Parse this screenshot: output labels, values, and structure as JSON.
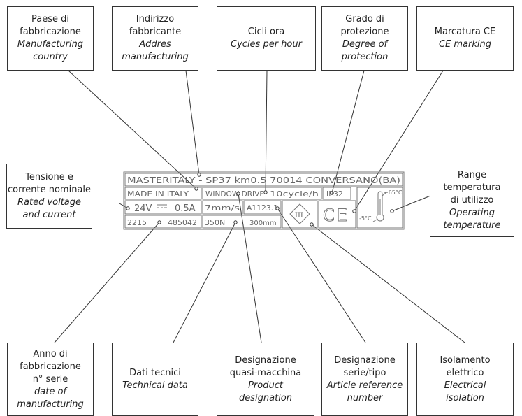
{
  "top_boxes": [
    {
      "it_label": "Paese di fabbricazione",
      "en_label": "Manufacturing country",
      "it_lines": [
        "Paese di",
        "fabbricazione"
      ],
      "en_lines": [
        "Manufacturing",
        "country"
      ]
    },
    {
      "it_label": "Indirizzo fabbricante",
      "en_label": "Addres manufacturing",
      "it_lines": [
        "Indirizzo",
        "fabbricante"
      ],
      "en_lines": [
        "Addres",
        "manufacturing"
      ]
    },
    {
      "it_label": "Cicli ora",
      "en_label": "Cycles per hour",
      "it_lines": [
        "Cicli ora"
      ],
      "en_lines": [
        "Cycles per hour"
      ]
    },
    {
      "it_label": "Grado di protezione",
      "en_label": "Degree of protection",
      "it_lines": [
        "Grado di",
        "protezione"
      ],
      "en_lines": [
        "Degree of",
        "protection"
      ]
    },
    {
      "it_label": "Marcatura CE",
      "en_label": "CE marking",
      "it_lines": [
        "Marcatura CE"
      ],
      "en_lines": [
        "CE marking"
      ]
    }
  ],
  "left_box": {
    "it_lines": [
      "Tensione e",
      "corrente nominale"
    ],
    "en_lines": [
      "Rated voltage",
      "and current"
    ]
  },
  "right_box": {
    "it_lines": [
      "Range",
      "temperatura",
      "di utilizzo"
    ],
    "en_lines": [
      "Operating",
      "temperature"
    ]
  },
  "bottom_boxes": [
    {
      "it_lines": [
        "Anno di",
        "fabbricazione",
        "n° serie"
      ],
      "en_lines": [
        "date of",
        "manufacturing"
      ]
    },
    {
      "it_lines": [
        "Dati tecnici"
      ],
      "en_lines": [
        "Technical data"
      ]
    },
    {
      "it_lines": [
        "Designazione",
        "quasi-macchina"
      ],
      "en_lines": [
        "Product",
        "designation"
      ]
    },
    {
      "it_lines": [
        "Designazione",
        "serie/tipo"
      ],
      "en_lines": [
        "Article reference",
        "number"
      ]
    },
    {
      "it_lines": [
        "Isolamento",
        "elettrico"
      ],
      "en_lines": [
        "Electrical",
        "isolation"
      ]
    }
  ],
  "plate": {
    "row1": "MASTERITALY - SP37 km0.5 70014 CONVERSANO(BA)",
    "made_in": "MADE IN ITALY",
    "product": "WINDOW DRIVE",
    "cycles": "10cycle/h",
    "ip": "IP32",
    "voltage": "24V",
    "current": "0.5A",
    "speed": "7mm/s",
    "article": "A1123.1",
    "year": "2215",
    "serial": "485042",
    "force": "350N",
    "stroke": "300mm",
    "class": "III",
    "ce": "CE",
    "temp_max": "+65°C",
    "temp_min": "-5°C"
  }
}
